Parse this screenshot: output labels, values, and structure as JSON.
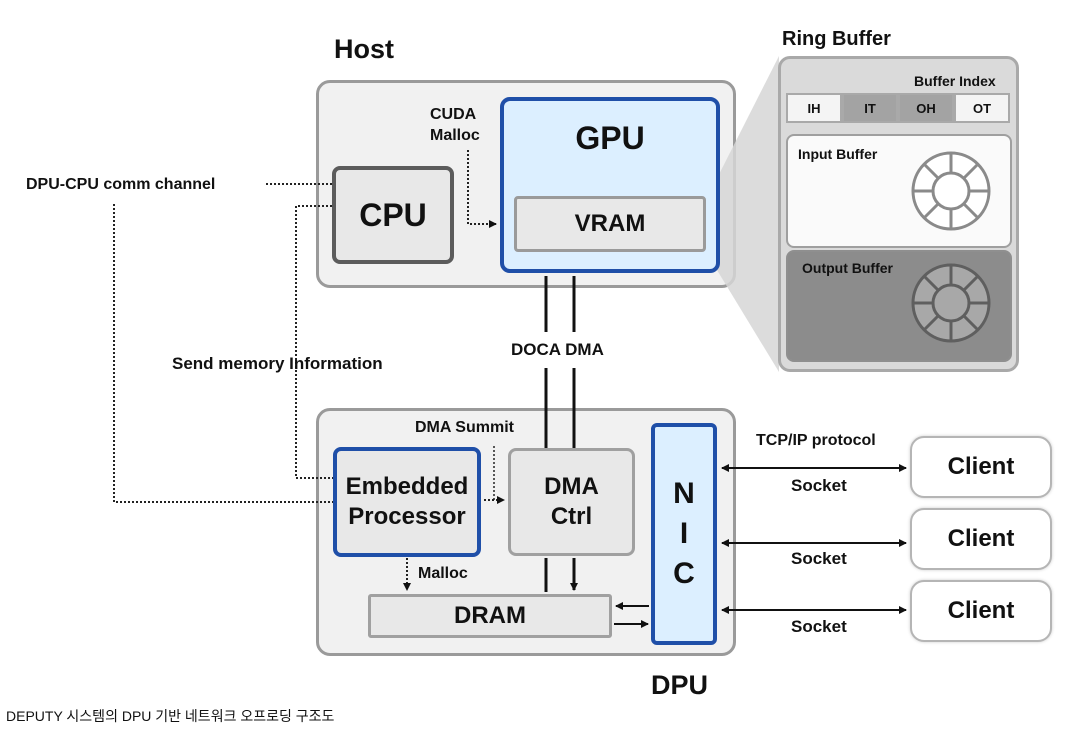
{
  "host": {
    "title": "Host",
    "cpu_label": "CPU",
    "gpu_label": "GPU",
    "vram_label": "VRAM",
    "cuda_malloc": "CUDA\nMalloc"
  },
  "dpu": {
    "title": "DPU",
    "embedded_processor": "Embedded\nProcessor",
    "dma_ctrl": "DMA\nCtrl",
    "dram": "DRAM",
    "nic": [
      "N",
      "I",
      "C"
    ],
    "dma_summit": "DMA Summit",
    "malloc": "Malloc"
  },
  "links": {
    "dpu_cpu_channel": "DPU-CPU comm channel",
    "send_memory_info": "Send memory Information",
    "doca_dma": "DOCA DMA",
    "tcp_ip": "TCP/IP protocol",
    "socket": "Socket"
  },
  "clients": [
    "Client",
    "Client",
    "Client"
  ],
  "ring_buffer": {
    "title": "Ring Buffer",
    "buffer_index_label": "Buffer Index",
    "indices": [
      "IH",
      "IT",
      "OH",
      "OT"
    ],
    "input_buffer": "Input Buffer",
    "output_buffer": "Output Buffer"
  },
  "colors": {
    "accent_blue": "#1f4fa8",
    "light_blue": "#dcefff",
    "panel_gray": "#f1f1f1"
  },
  "caption": "DEPUTY 시스템의 DPU 기반 네트워크 오프로딩 구조도"
}
